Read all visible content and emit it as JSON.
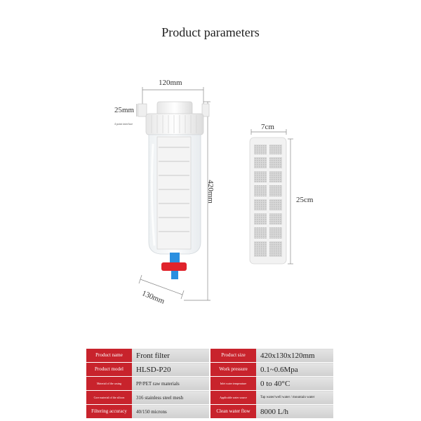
{
  "title": "Product parameters",
  "housing": {
    "width_label": "120mm",
    "inlet_label": "25mm",
    "inlet_note": "4 point interface",
    "height_label": "420mm",
    "depth_label": "130mm"
  },
  "cartridge": {
    "width_label": "7cm",
    "height_label": "25cm"
  },
  "specs": {
    "rows": [
      {
        "label1": "Product name",
        "value1": "Front filter",
        "label2": "Product size",
        "value2": "420x130x120mm"
      },
      {
        "label1": "Product model",
        "value1": "HLSD-P20",
        "label2": "Work pressure",
        "value2": "0.1~0.6Mpa"
      },
      {
        "label1": "Material of the casing",
        "value1": "PP/PET raw materials",
        "label2": "Inlet water temperature",
        "value2": "0 to 40°C"
      },
      {
        "label1": "Core material of the silicon",
        "value1": "316 stainless steel mesh",
        "label2": "Applicable water source",
        "value2": "Tap water/well water / mountain water"
      },
      {
        "label1": "Filtering accuracy",
        "value1": "40/150 microns",
        "label2": "Clean water flow",
        "value2": "8000 L/h"
      }
    ]
  },
  "colors": {
    "label_red": "#c8232c",
    "valve_red": "#e0232c",
    "outlet_blue": "#2a8fe0"
  }
}
